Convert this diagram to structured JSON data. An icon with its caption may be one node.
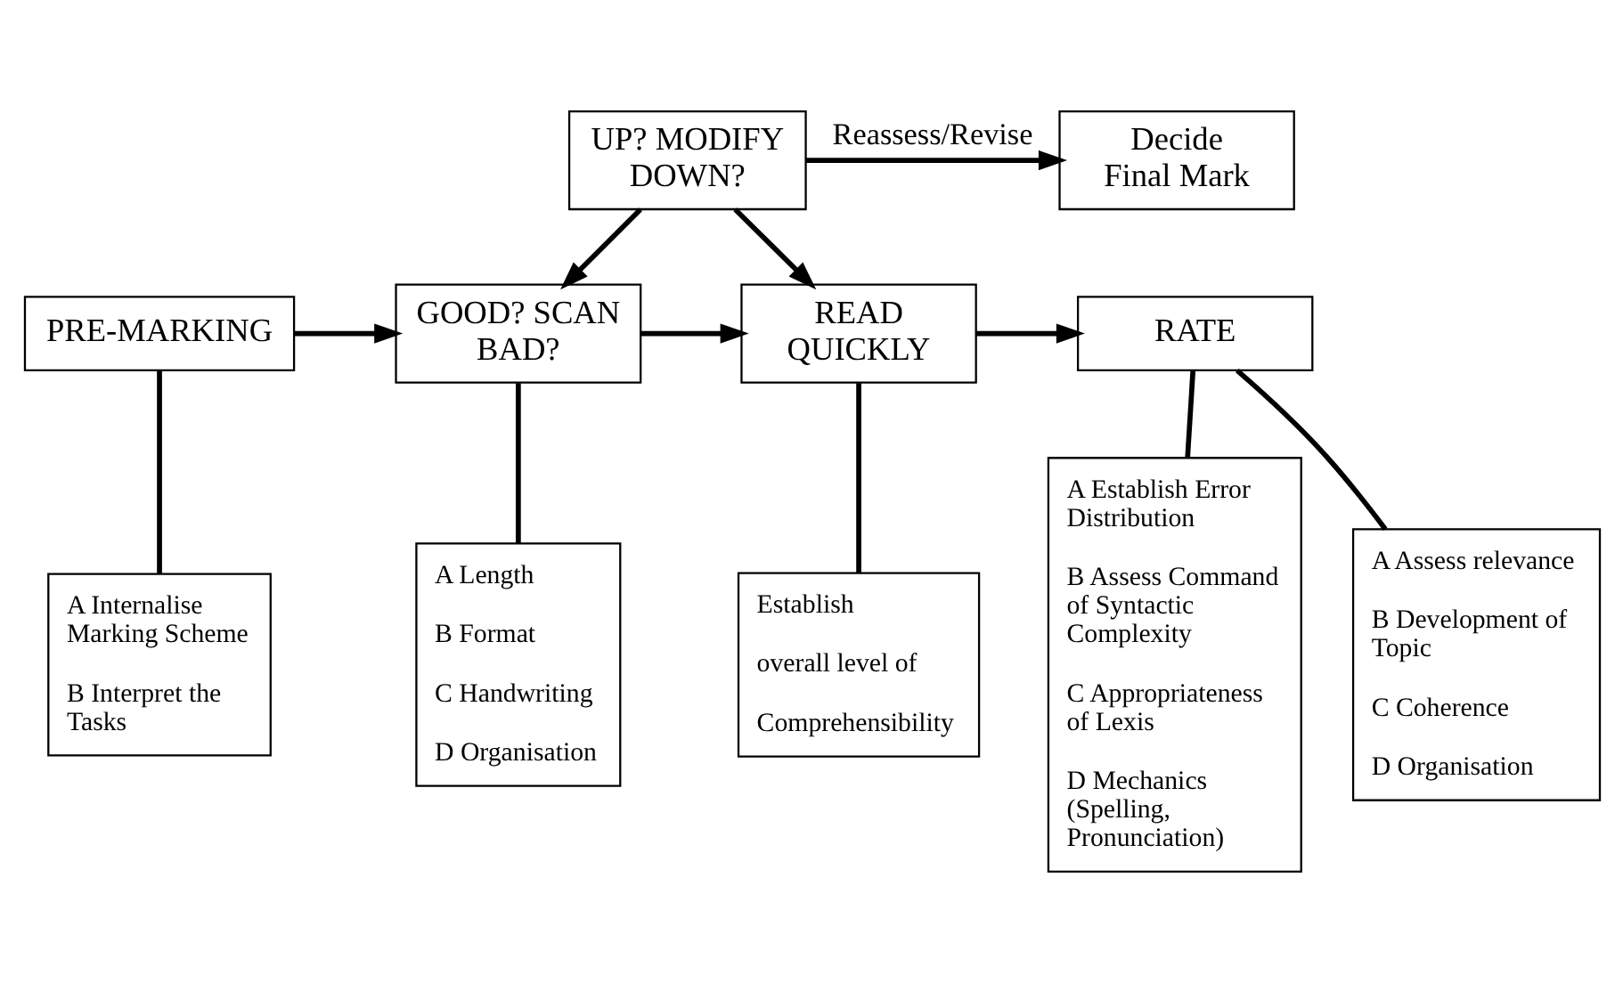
{
  "diagram": {
    "nodes": [
      {
        "text": [
          "Decide Final Mark"
        ]
      },
      {
        "text": [
          "UP? MODIFY DOWN?"
        ]
      },
      {
        "text": [
          "PRE-MARKING"
        ]
      },
      {
        "text": [
          "GOOD? SCAN BAD?"
        ]
      },
      {
        "text": [
          "READ QUICKLY"
        ]
      },
      {
        "text": [
          "RATE"
        ]
      },
      {
        "text": [
          "A Internalise Marking Scheme",
          "B Interpret the Tasks"
        ]
      },
      {
        "text": [
          "A Length",
          "B Format",
          "C Handwriting",
          "D Organisation"
        ]
      },
      {
        "text": [
          "Establish",
          "overall level of",
          "Comprehensibility"
        ]
      },
      {
        "text": [
          "A Assess relevance",
          "B Development of Topic",
          "C Coherence",
          "D Organisation"
        ]
      },
      {
        "text": [
          "A Establish Error Distribution",
          "B Assess Command of Syntactic Complexity",
          "C Appropriateness of Lexis",
          "D Mechanics (Spelling, Pronunciation)"
        ]
      }
    ],
    "edges": [
      {
        "from": 1,
        "to": 0,
        "arrow": "to",
        "label": "Reassess/Revise"
      },
      {
        "from": 1,
        "to": 3,
        "arrow": "to"
      },
      {
        "from": 1,
        "to": 4,
        "arrow": "to"
      },
      {
        "from": 2,
        "to": 3,
        "arrow": "to"
      },
      {
        "from": 3,
        "to": 4,
        "arrow": "to"
      },
      {
        "from": 4,
        "to": 5,
        "arrow": "to"
      },
      {
        "from": 2,
        "to": 6,
        "arrow": "none"
      },
      {
        "from": 3,
        "to": 7,
        "arrow": "none"
      },
      {
        "from": 4,
        "to": 8,
        "arrow": "none"
      },
      {
        "from": 5,
        "to": 9,
        "arrow": "none"
      },
      {
        "from": 5,
        "to": 10,
        "arrow": "none"
      }
    ]
  }
}
